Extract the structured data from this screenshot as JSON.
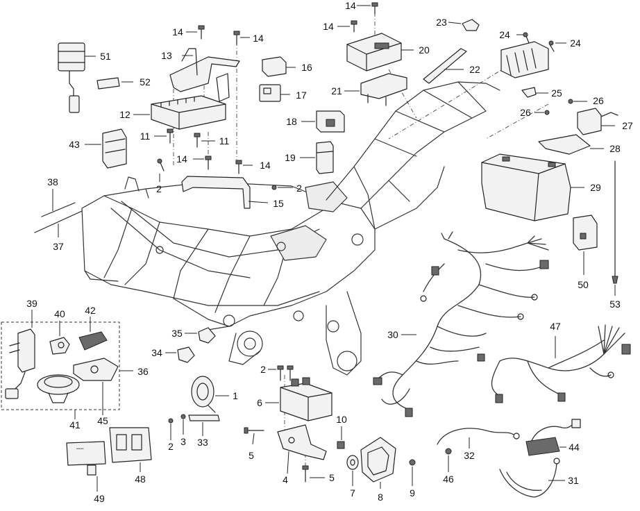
{
  "diagram": {
    "callouts": [
      {
        "id": "c14a",
        "text": "14"
      },
      {
        "id": "c14b",
        "text": "14"
      },
      {
        "id": "c23",
        "text": "23"
      },
      {
        "id": "c14c",
        "text": "14"
      },
      {
        "id": "c14d",
        "text": "14"
      },
      {
        "id": "c24a",
        "text": "24"
      },
      {
        "id": "c24b",
        "text": "24"
      },
      {
        "id": "c51",
        "text": "51"
      },
      {
        "id": "c13",
        "text": "13"
      },
      {
        "id": "c16",
        "text": "16"
      },
      {
        "id": "c20",
        "text": "20"
      },
      {
        "id": "c22",
        "text": "22"
      },
      {
        "id": "c52",
        "text": "52"
      },
      {
        "id": "c17",
        "text": "17"
      },
      {
        "id": "c21",
        "text": "21"
      },
      {
        "id": "c25",
        "text": "25"
      },
      {
        "id": "c26a",
        "text": "26"
      },
      {
        "id": "c12",
        "text": "12"
      },
      {
        "id": "c26b",
        "text": "26"
      },
      {
        "id": "c27",
        "text": "27"
      },
      {
        "id": "c18",
        "text": "18"
      },
      {
        "id": "c11a",
        "text": "11"
      },
      {
        "id": "c11b",
        "text": "11"
      },
      {
        "id": "c43",
        "text": "43"
      },
      {
        "id": "c28",
        "text": "28"
      },
      {
        "id": "c14e",
        "text": "14"
      },
      {
        "id": "c14f",
        "text": "14"
      },
      {
        "id": "c19",
        "text": "19"
      },
      {
        "id": "c2a",
        "text": "2"
      },
      {
        "id": "c2b",
        "text": "2"
      },
      {
        "id": "c38",
        "text": "38"
      },
      {
        "id": "c29",
        "text": "29"
      },
      {
        "id": "c15",
        "text": "15"
      },
      {
        "id": "c37",
        "text": "37"
      },
      {
        "id": "c50",
        "text": "50"
      },
      {
        "id": "c53",
        "text": "53"
      },
      {
        "id": "c39",
        "text": "39"
      },
      {
        "id": "c40",
        "text": "40"
      },
      {
        "id": "c42",
        "text": "42"
      },
      {
        "id": "c47",
        "text": "47"
      },
      {
        "id": "c30",
        "text": "30"
      },
      {
        "id": "c35",
        "text": "35"
      },
      {
        "id": "c34",
        "text": "34"
      },
      {
        "id": "c36",
        "text": "36"
      },
      {
        "id": "c2c",
        "text": "2"
      },
      {
        "id": "c1",
        "text": "1"
      },
      {
        "id": "c6",
        "text": "6"
      },
      {
        "id": "c41",
        "text": "41"
      },
      {
        "id": "c45",
        "text": "45"
      },
      {
        "id": "c10",
        "text": "10"
      },
      {
        "id": "c44",
        "text": "44"
      },
      {
        "id": "c2d",
        "text": "2"
      },
      {
        "id": "c3",
        "text": "3"
      },
      {
        "id": "c33",
        "text": "33"
      },
      {
        "id": "c5a",
        "text": "5"
      },
      {
        "id": "c32",
        "text": "32"
      },
      {
        "id": "c46",
        "text": "46"
      },
      {
        "id": "c31",
        "text": "31"
      },
      {
        "id": "c4",
        "text": "4"
      },
      {
        "id": "c5b",
        "text": "5"
      },
      {
        "id": "c48",
        "text": "48"
      },
      {
        "id": "c49",
        "text": "49"
      },
      {
        "id": "c7",
        "text": "7"
      },
      {
        "id": "c8",
        "text": "8"
      },
      {
        "id": "c9",
        "text": "9"
      }
    ]
  }
}
